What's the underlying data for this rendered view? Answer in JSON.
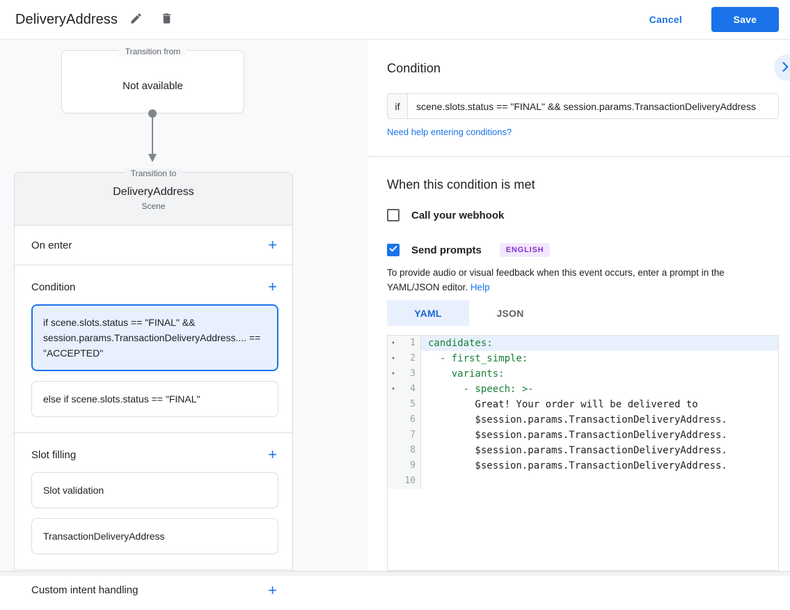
{
  "colors": {
    "accent_blue": "#1a73e8",
    "selected_card_bg": "#e8f0fe",
    "yaml_key_green": "#188038",
    "badge_text": "#8430ce",
    "badge_bg": "#f3e8fd"
  },
  "header": {
    "title": "DeliveryAddress",
    "edit_icon": "pencil-icon",
    "delete_icon": "trash-icon",
    "cancel_label": "Cancel",
    "save_label": "Save"
  },
  "canvas": {
    "transition_from": {
      "legend": "Transition from",
      "value": "Not available"
    },
    "transition_to": {
      "legend": "Transition to",
      "title": "DeliveryAddress",
      "subtitle": "Scene"
    },
    "on_enter": {
      "label": "On enter",
      "add_label": "+"
    },
    "condition": {
      "label": "Condition",
      "add_label": "+",
      "selected_card_text": "if scene.slots.status == \"FINAL\" && session.params.TransactionDeliveryAddress.... == \"ACCEPTED\"",
      "else_card_text": "else if scene.slots.status == \"FINAL\""
    },
    "slot_filling": {
      "label": "Slot filling",
      "add_label": "+",
      "cards": [
        "Slot validation",
        "TransactionDeliveryAddress"
      ]
    },
    "custom_intent": {
      "label": "Custom intent handling",
      "add_label": "+"
    }
  },
  "panel": {
    "condition_heading": "Condition",
    "collapse_icon": "chevron-right-icon",
    "if_label": "if",
    "if_value": "scene.slots.status == \"FINAL\" && session.params.TransactionDeliveryAddress",
    "help_link": "Need help entering conditions?",
    "when_heading": "When this condition is met",
    "webhook": {
      "label": "Call your webhook",
      "checked": false
    },
    "send_prompts": {
      "label": "Send prompts",
      "badge": "ENGLISH",
      "checked": true
    },
    "prompt_hint": "To provide audio or visual feedback when this event occurs, enter a prompt in the YAML/JSON editor.",
    "prompt_hint_link": "Help",
    "tabs": [
      {
        "label": "YAML",
        "active": true
      },
      {
        "label": "JSON",
        "active": false
      }
    ],
    "editor": {
      "lines": [
        {
          "num": 1,
          "text": "candidates:",
          "kind": "key",
          "fold": true,
          "highlight": true
        },
        {
          "num": 2,
          "text": "  - first_simple:",
          "kind": "key",
          "fold": true,
          "highlight": false
        },
        {
          "num": 3,
          "text": "    variants:",
          "kind": "key",
          "fold": true,
          "highlight": false
        },
        {
          "num": 4,
          "text": "      - speech: >-",
          "kind": "key",
          "fold": true,
          "highlight": false
        },
        {
          "num": 5,
          "text": "        Great! Your order will be delivered to",
          "kind": "text",
          "fold": false,
          "highlight": false
        },
        {
          "num": 6,
          "text": "        $session.params.TransactionDeliveryAddress.",
          "kind": "text",
          "fold": false,
          "highlight": false
        },
        {
          "num": 7,
          "text": "        $session.params.TransactionDeliveryAddress.",
          "kind": "text",
          "fold": false,
          "highlight": false
        },
        {
          "num": 8,
          "text": "        $session.params.TransactionDeliveryAddress.",
          "kind": "text",
          "fold": false,
          "highlight": false
        },
        {
          "num": 9,
          "text": "        $session.params.TransactionDeliveryAddress.",
          "kind": "text",
          "fold": false,
          "highlight": false
        },
        {
          "num": 10,
          "text": "",
          "kind": "text",
          "fold": false,
          "highlight": false
        }
      ]
    }
  }
}
